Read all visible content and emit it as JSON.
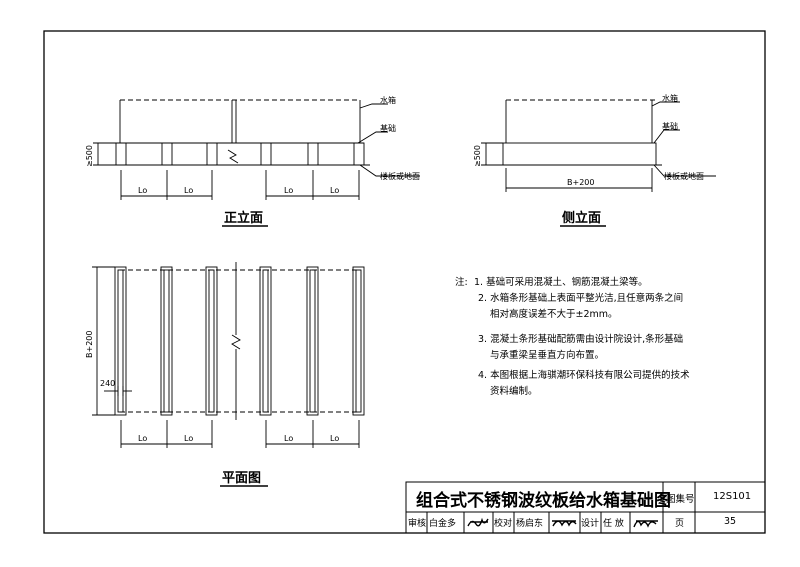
{
  "views": {
    "front_title": "正立面",
    "side_title": "侧立面",
    "plan_title": "平面图"
  },
  "labels": {
    "tank": "水箱",
    "base": "基础",
    "floor": "楼板或地面",
    "height": "≥500",
    "spacing": "Lo",
    "width": "B+200",
    "strip_width": "240"
  },
  "notes": {
    "prefix": "注:",
    "items": [
      "1. 基础可采用混凝土、钢筋混凝土梁等。",
      "2. 水箱条形基础上表面平整光洁,且任意两条之间",
      "相对高度误差不大于±2mm。",
      "3. 混凝土条形基础配筋需由设计院设计,条形基础",
      "与承重梁呈垂直方向布置。",
      "4. 本图根据上海骐潮环保科技有限公司提供的技术",
      "资料编制。"
    ]
  },
  "title_block": {
    "title": "组合式不锈钢波纹板给水箱基础图",
    "atlas_label": "图集号",
    "atlas_no": "12S101",
    "review_label": "审核",
    "reviewer": "白金多",
    "check_label": "校对",
    "checker": "杨启东",
    "design_label": "设计",
    "designer": "任 放",
    "page_label": "页",
    "page_no": "35"
  }
}
